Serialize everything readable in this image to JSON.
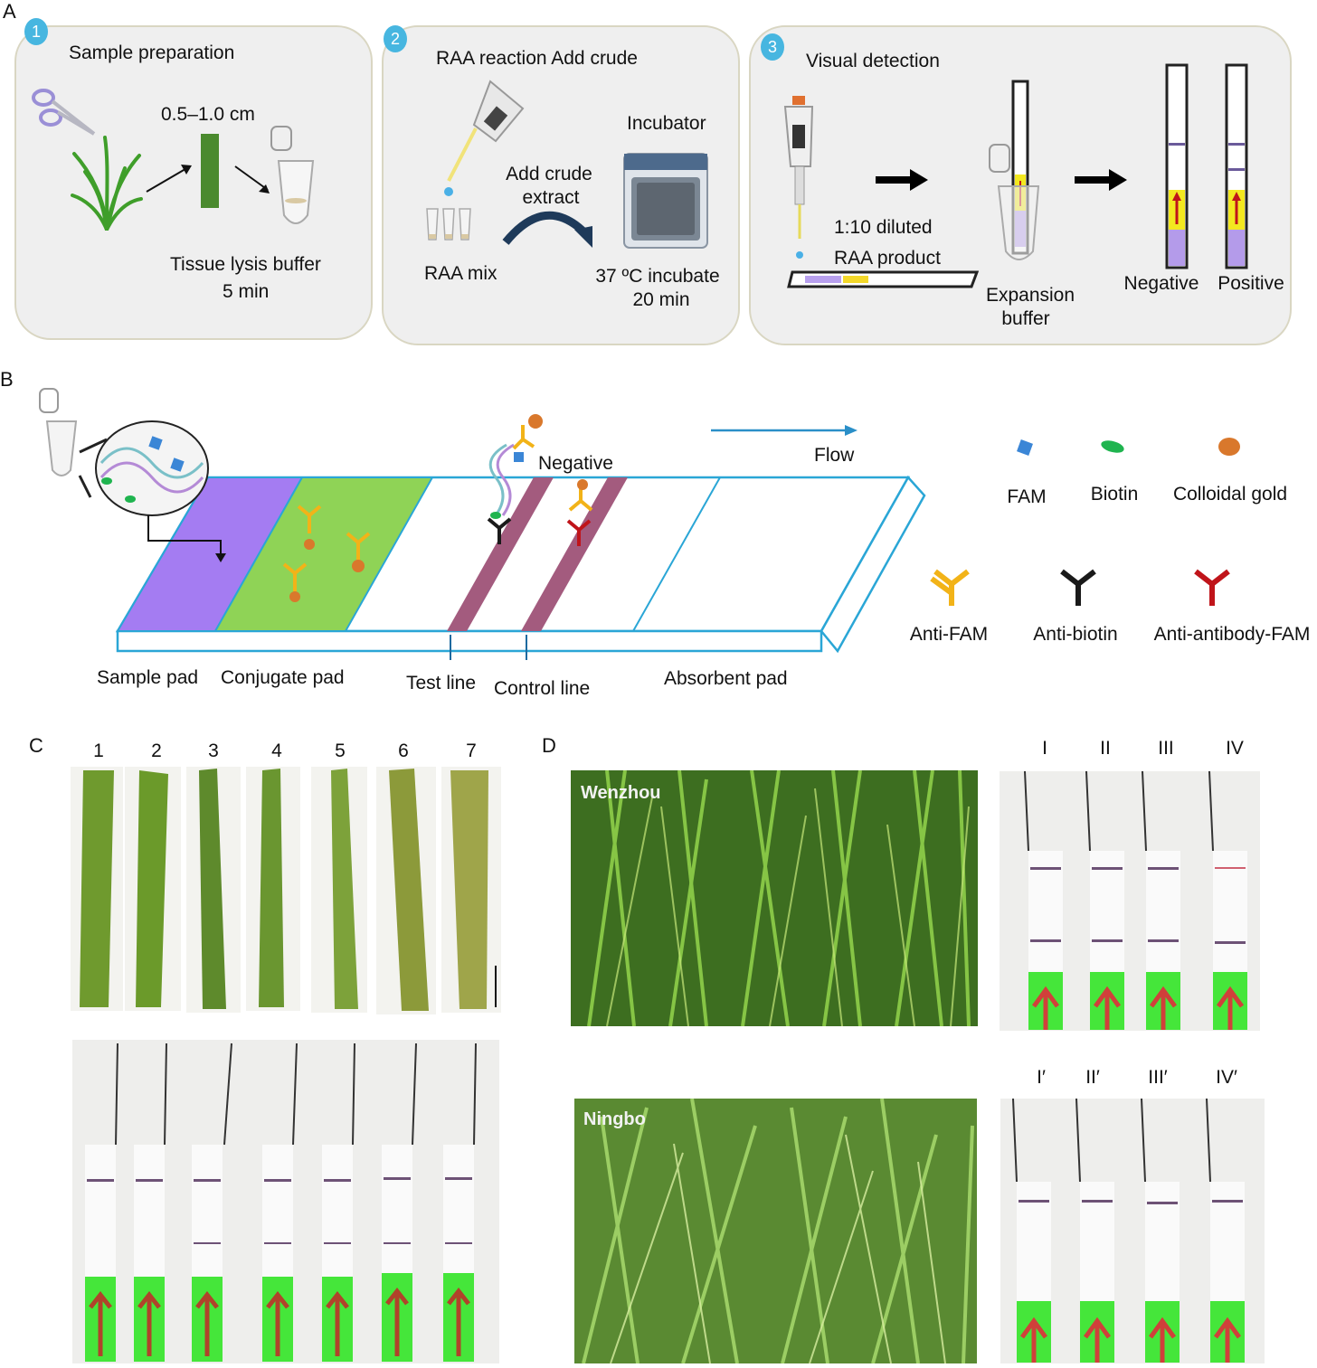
{
  "panels": {
    "A": "A",
    "B": "B",
    "C": "C",
    "D": "D"
  },
  "panelA": {
    "step1": {
      "num": "1",
      "title": "Sample preparation",
      "size": "0.5–1.0 cm",
      "buffer": "Tissue lysis buffer",
      "time": "5 min"
    },
    "step2": {
      "num": "2",
      "title": "RAA reaction  Add crude",
      "incubator": "Incubator",
      "add_line1": "Add crude",
      "add_line2": "extract",
      "mix": "RAA mix",
      "incubate_line1": "37 ºC incubate",
      "incubate_line2": "20 min"
    },
    "step3": {
      "num": "3",
      "title": "Visual detection",
      "diluted": "1:10 diluted",
      "product": "RAA product",
      "exp_line1": "Expansion",
      "exp_line2": "buffer",
      "negative": "Negative",
      "positive": "Positive"
    }
  },
  "panelB": {
    "negative": "Negative",
    "flow": "Flow",
    "sample_pad": "Sample pad",
    "conjugate_pad": "Conjugate pad",
    "test_line": "Test line",
    "control_line": "Control line",
    "absorbent_pad": "Absorbent pad",
    "legend": {
      "fam": "FAM",
      "biotin": "Biotin",
      "gold": "Colloidal gold",
      "anti_fam": "Anti-FAM",
      "anti_biotin": "Anti-biotin",
      "anti_antibody": "Anti-antibody-FAM"
    },
    "colors": {
      "sample_pad": "#a47cf2",
      "conjugate_pad": "#8fd356",
      "lines": "#a35b7e",
      "strip_edge": "#2aa6d6",
      "fam": "#3b86d6",
      "biotin": "#1fb44f",
      "gold": "#d9782c",
      "anti_fam": "#f2b318",
      "anti_biotin": "#1a1a1a",
      "anti_antibody": "#c0141a"
    }
  },
  "panelC": {
    "leaves": [
      "1",
      "2",
      "3",
      "4",
      "5",
      "6",
      "7"
    ]
  },
  "panelD": {
    "wenzhou": "Wenzhou",
    "ningbo": "Ningbo",
    "top_strips": [
      "I",
      "II",
      "III",
      "IV"
    ],
    "bottom_strips": [
      "I′",
      "II′",
      "III′",
      "IV′"
    ]
  }
}
